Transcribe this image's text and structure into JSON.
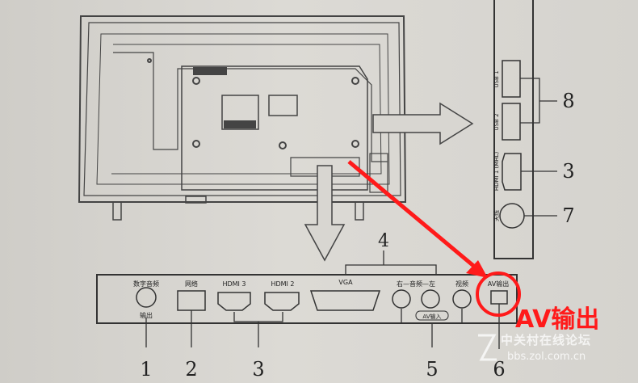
{
  "ports": {
    "digital_audio": "数字音频",
    "digital_audio_out": "输出",
    "network": "网络",
    "hdmi3": "HDMI 3",
    "hdmi2": "HDMI 2",
    "vga": "VGA",
    "audio_lr": "右—音频—左",
    "video": "视频",
    "av_in": "AV输入",
    "av_out": "AV输出"
  },
  "side_ports": {
    "usb1": "USB 1",
    "usb2": "USB 2",
    "hdmi1": "HDMI 1 (MHL)",
    "antenna": "天线"
  },
  "numbers": {
    "n1": "1",
    "n2": "2",
    "n3": "3",
    "n4": "4",
    "n5": "5",
    "n6": "6",
    "n7": "7",
    "n8": "8",
    "n3b": "3"
  },
  "annotation": {
    "label": "AV输出",
    "color": "#ff1a1a"
  },
  "watermark": {
    "title": "中关村在线论坛",
    "url": "bbs.zol.com.cn"
  }
}
